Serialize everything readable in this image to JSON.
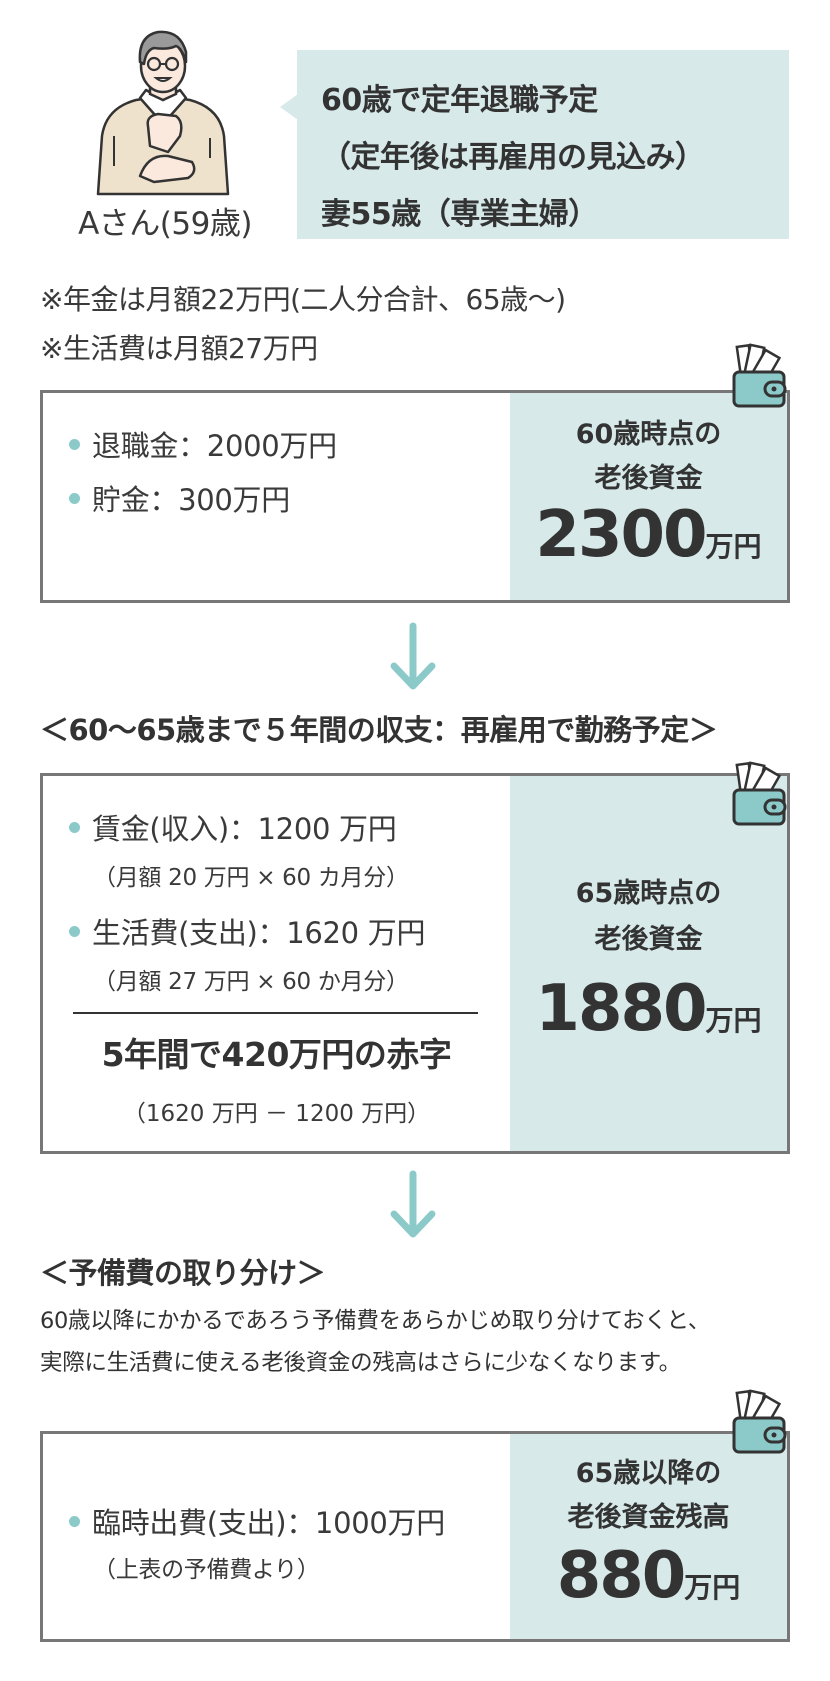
{
  "profile": {
    "name": "Aさん(59歳)",
    "bubble_lines": [
      "60歳で定年退職予定",
      "（定年後は再雇用の見込み）",
      "妻55歳（専業主婦）"
    ]
  },
  "notes": [
    "※年金は月額22万円(二人分合計、65歳～)",
    "※生活費は月額27万円"
  ],
  "box1": {
    "items": [
      {
        "label": "退職金：2000万円"
      },
      {
        "label": "貯金：300万円"
      }
    ],
    "panel": {
      "label_lines": [
        "60歳時点の",
        "老後資金"
      ],
      "amount": "2300",
      "unit": "万円"
    }
  },
  "section2": {
    "heading": "＜60～65歳まで５年間の収支：再雇用で勤務予定＞"
  },
  "box2": {
    "items": [
      {
        "label": "賃金(収入)：1200 万円",
        "sub": "（月額 20 万円 × 60 カ月分）"
      },
      {
        "label": "生活費(支出)：1620 万円",
        "sub": "（月額 27 万円 × 60 か月分）"
      }
    ],
    "deficit": "5年間で420万円の赤字",
    "deficit_calc": "（1620 万円 － 1200 万円）",
    "panel": {
      "label_lines": [
        "65歳時点の",
        "老後資金"
      ],
      "amount": "1880",
      "unit": "万円"
    }
  },
  "section3": {
    "heading": "＜予備費の取り分け＞",
    "paragraph_lines": [
      "60歳以降にかかるであろう予備費をあらかじめ取り分けておくと、",
      "実際に生活費に使える老後資金の残高はさらに少なくなります。"
    ]
  },
  "box3": {
    "items": [
      {
        "label": "臨時出費(支出)：1000万円",
        "sub": "（上表の予備費より）"
      }
    ],
    "panel": {
      "label_lines": [
        "65歳以降の",
        "老後資金残高"
      ],
      "amount": "880",
      "unit": "万円"
    }
  },
  "colors": {
    "accent_teal": "#8ccaca",
    "panel_bg": "#d7e9e9",
    "border": "#777777",
    "text": "#333333"
  }
}
